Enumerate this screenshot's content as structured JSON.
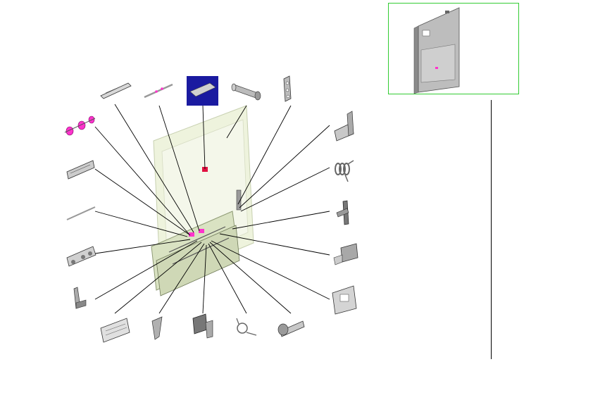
{
  "diagram": {
    "kind": "exploded-parts-view",
    "colors": {
      "leader_line": "#000000",
      "highlight_part": "#ff33cc",
      "selected_part_bg": "#1a1aa0",
      "inset_border": "#33cc33",
      "assembly_tint": "#e9efd6",
      "metal": "#b8b8b8"
    },
    "selected_part": "gray-plate-part",
    "inset_view": "assembled-unit-location"
  }
}
